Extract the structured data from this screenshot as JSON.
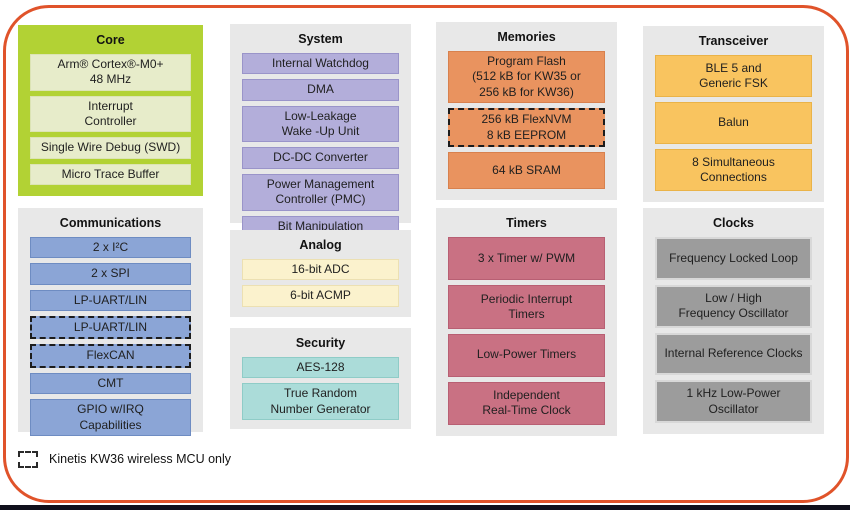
{
  "page": {
    "border_color": "#e0532a",
    "legend_label": "Kinetis KW36 wireless MCU only"
  },
  "sections": {
    "core": {
      "title": "Core",
      "items": [
        {
          "text": "Arm® Cortex®-M0+\n48 MHz"
        },
        {
          "text": "Interrupt\nController"
        },
        {
          "text": "Single Wire Debug (SWD)"
        },
        {
          "text": "Micro Trace Buffer"
        }
      ]
    },
    "communications": {
      "title": "Communications",
      "items": [
        {
          "text": "2 x  I²C"
        },
        {
          "text": "2 x  SPI"
        },
        {
          "text": "LP-UART/LIN"
        },
        {
          "text": "LP-UART/LIN",
          "dashed": true
        },
        {
          "text": "FlexCAN",
          "dashed": true
        },
        {
          "text": "CMT"
        },
        {
          "text": "GPIO w/IRQ\nCapabilities"
        }
      ]
    },
    "system": {
      "title": "System",
      "items": [
        {
          "text": "Internal Watchdog"
        },
        {
          "text": "DMA"
        },
        {
          "text": "Low-Leakage\nWake -Up Unit"
        },
        {
          "text": "DC-DC Converter"
        },
        {
          "text": "Power Management\nController (PMC)"
        },
        {
          "text": "Bit Manipulation\nEngine (BME)"
        }
      ]
    },
    "analog": {
      "title": "Analog",
      "items": [
        {
          "text": "16-bit ADC"
        },
        {
          "text": "6-bit ACMP"
        }
      ]
    },
    "security": {
      "title": "Security",
      "items": [
        {
          "text": "AES-128"
        },
        {
          "text": "True Random\nNumber Generator"
        }
      ]
    },
    "memories": {
      "title": "Memories",
      "items": [
        {
          "text": "Program Flash\n(512 kB for KW35 or\n256 kB for KW36)"
        },
        {
          "text": "256 kB FlexNVM\n8 kB EEPROM",
          "dashed": true
        },
        {
          "text": "64 kB SRAM"
        }
      ]
    },
    "timers": {
      "title": "Timers",
      "items": [
        {
          "text": "3 x Timer w/ PWM"
        },
        {
          "text": "Periodic Interrupt\nTimers"
        },
        {
          "text": "Low-Power Timers"
        },
        {
          "text": "Independent\nReal-Time Clock"
        }
      ]
    },
    "transceiver": {
      "title": "Transceiver",
      "items": [
        {
          "text": "BLE 5 and\nGeneric FSK"
        },
        {
          "text": "Balun"
        },
        {
          "text": "8 Simultaneous\nConnections"
        }
      ]
    },
    "clocks": {
      "title": "Clocks",
      "items": [
        {
          "text": "Frequency Locked Loop"
        },
        {
          "text": "Low / High\nFrequency Oscillator"
        },
        {
          "text": "Internal Reference Clocks"
        },
        {
          "text": "1 kHz Low-Power Oscillator"
        }
      ]
    }
  }
}
